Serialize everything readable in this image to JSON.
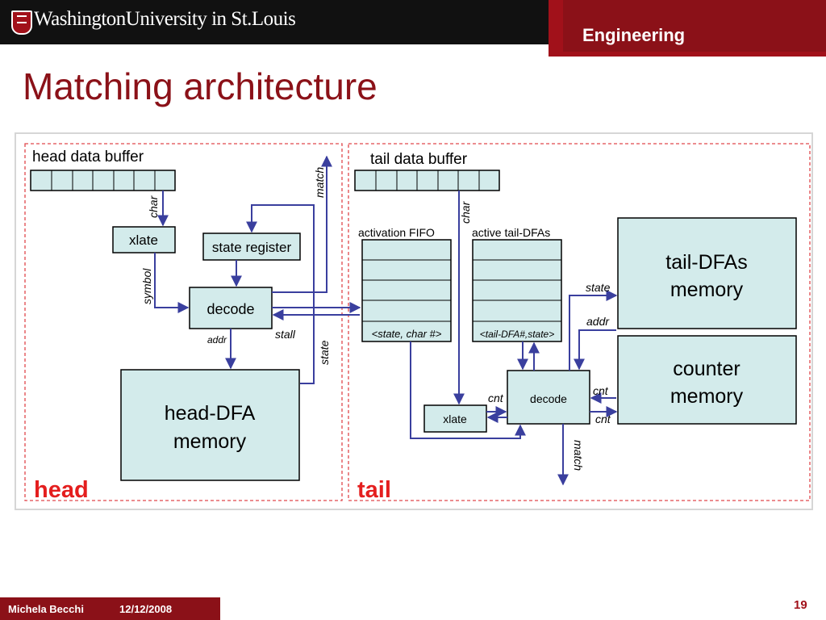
{
  "header": {
    "university": "WashingtonUniversity in St.Louis",
    "school": "Engineering"
  },
  "slide": {
    "title": "Matching architecture",
    "page_number": "19"
  },
  "footer": {
    "author": "Michela Becchi",
    "date": "12/12/2008"
  },
  "diagram": {
    "head": {
      "section_label": "head",
      "data_buffer": "head data buffer",
      "xlate": "xlate",
      "state_register": "state register",
      "decode": "decode",
      "memory_line1": "head-DFA",
      "memory_line2": "memory",
      "sig_char": "char",
      "sig_symbol": "symbol",
      "sig_addr": "addr",
      "sig_stall": "stall",
      "sig_match": "match",
      "sig_state": "state"
    },
    "tail": {
      "section_label": "tail",
      "data_buffer": "tail data buffer",
      "activation_fifo": "activation FIFO",
      "fifo_entry": "<state, char #>",
      "active_dfas": "active tail-DFAs",
      "active_entry": "<tail-DFA#,state>",
      "xlate": "xlate",
      "decode": "decode",
      "tail_mem_line1": "tail-DFAs",
      "tail_mem_line2": "memory",
      "counter_mem_line1": "counter",
      "counter_mem_line2": "memory",
      "sig_char": "char",
      "sig_state": "state",
      "sig_addr": "addr",
      "sig_cnt_in": "cnt",
      "sig_cnt_out": "cnt",
      "sig_cnt_left": "cnt",
      "sig_match": "match"
    },
    "colors": {
      "box_fill": "#d3ebeb",
      "arrow": "#3a3f9e",
      "dash": "#e0474c",
      "section_label": "#e41e1e"
    }
  }
}
